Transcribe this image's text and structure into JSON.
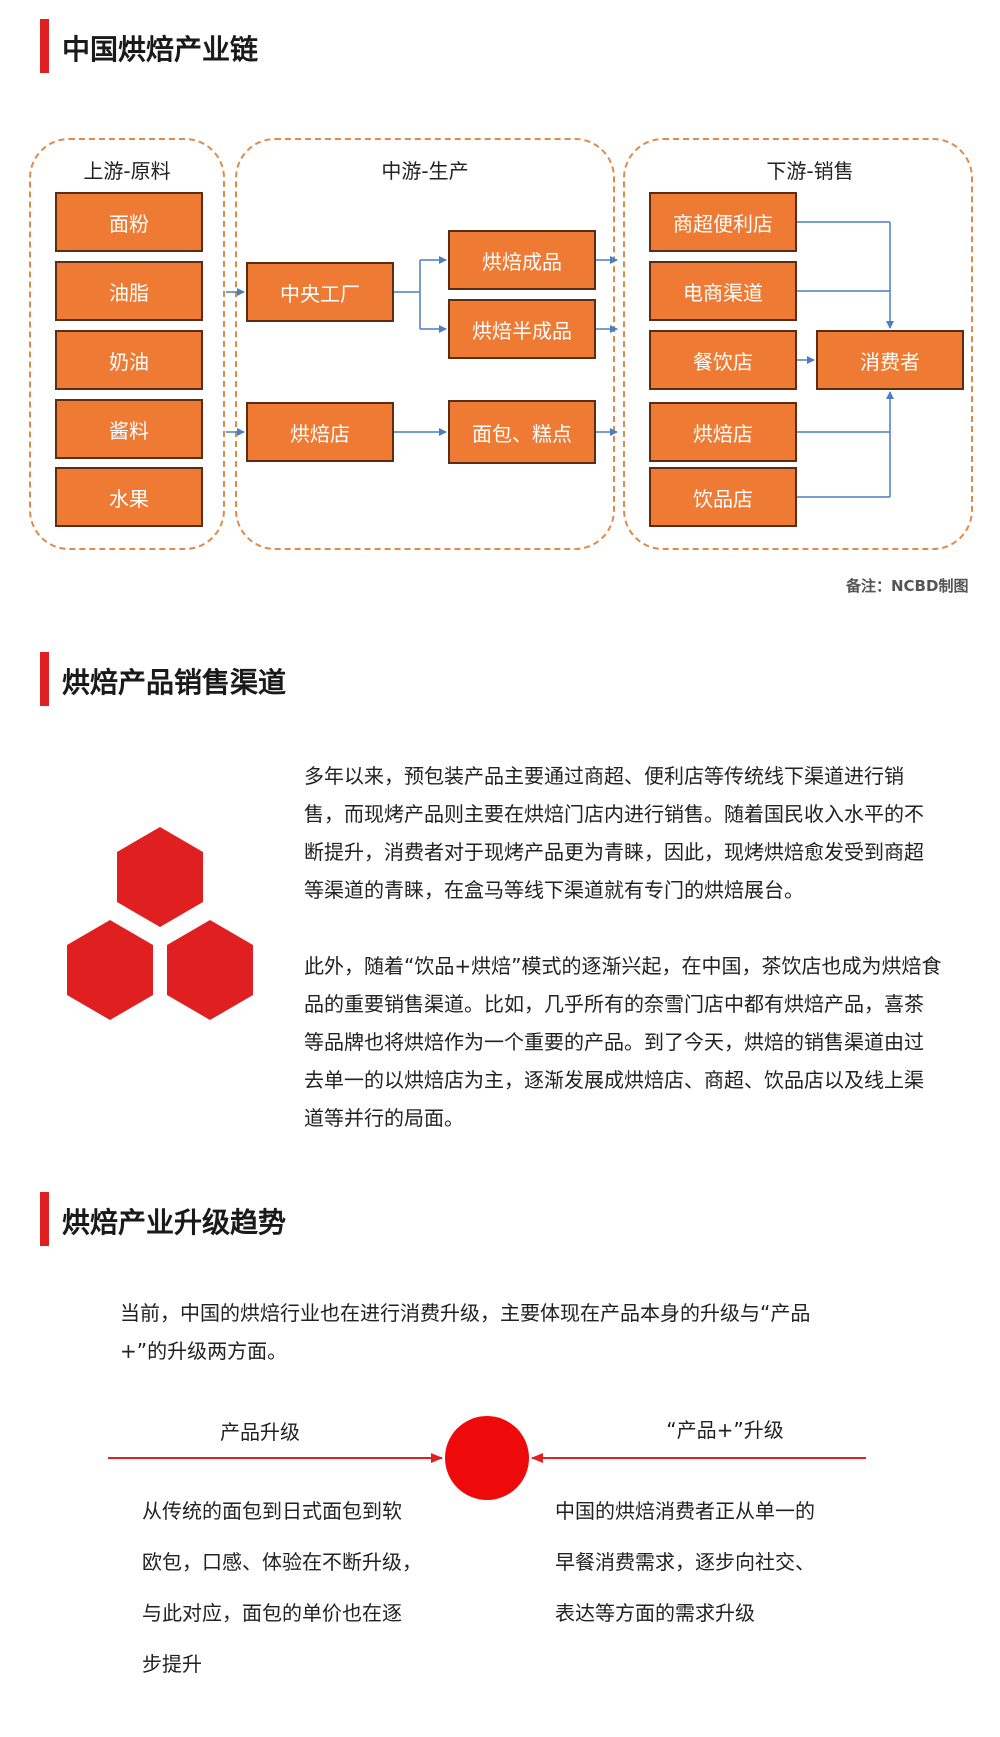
{
  "sections": {
    "chain_title": "中国烘焙产业链",
    "channels_title": "烘焙产品销售渠道",
    "trend_title": "烘焙产业升级趋势"
  },
  "chain": {
    "upstream_label": "上游-原料",
    "midstream_label": "中游-生产",
    "downstream_label": "下游-销售",
    "upstream_items": [
      "面粉",
      "油脂",
      "奶油",
      "酱料",
      "水果"
    ],
    "mid_central": "中央工厂",
    "mid_bakery": "烘焙店",
    "mid_finished": "烘焙成品",
    "mid_semi": "烘焙半成品",
    "mid_bread": "面包、糕点",
    "downstream_items": [
      "商超便利店",
      "电商渠道",
      "餐饮店",
      "烘焙店",
      "饮品店"
    ],
    "consumer": "消费者",
    "note": "备注：NCBD制图",
    "colors": {
      "box": "#ee7a33",
      "box_border": "#5a2e14",
      "arrow": "#4a7fc1",
      "dash": "#e08a4a"
    }
  },
  "channels": {
    "paragraphs": [
      "多年以来，预包装产品主要通过商超、便利店等传统线下渠道进行销售，而现烤产品则主要在烘焙门店内进行销售。随着国民收入水平的不断提升，消费者对于现烤产品更为青睐，因此，现烤烘焙愈发受到商超等渠道的青睐，在盒马等线下渠道就有专门的烘焙展台。",
      "此外，随着“饮品+烘焙”模式的逐渐兴起，在中国，茶饮店也成为烘焙食品的重要销售渠道。比如，几乎所有的奈雪门店中都有烘焙产品，喜茶等品牌也将烘焙作为一个重要的产品。到了今天，烘焙的销售渠道由过去单一的以烘焙店为主，逐渐发展成烘焙店、商超、饮品店以及线上渠道等并行的局面。"
    ],
    "icon": "hexagon-cluster-icon",
    "icon_color": "#e02020"
  },
  "trend": {
    "intro": "当前，中国的烘焙行业也在进行消费升级，主要体现在产品本身的升级与“产品+”的升级两方面。",
    "left_label": "产品升级",
    "right_label": "“产品+”升级",
    "left_lines": [
      "从传统的面包到日式面包到软",
      "欧包，口感、体验在不断升级，",
      "与此对应，面包的单价也在逐",
      "步提升"
    ],
    "right_lines": [
      "中国的烘焙消费者正从单一的",
      "早餐消费需求，逐步向社交、",
      "表达等方面的需求升级"
    ],
    "accent": "#e02020"
  }
}
